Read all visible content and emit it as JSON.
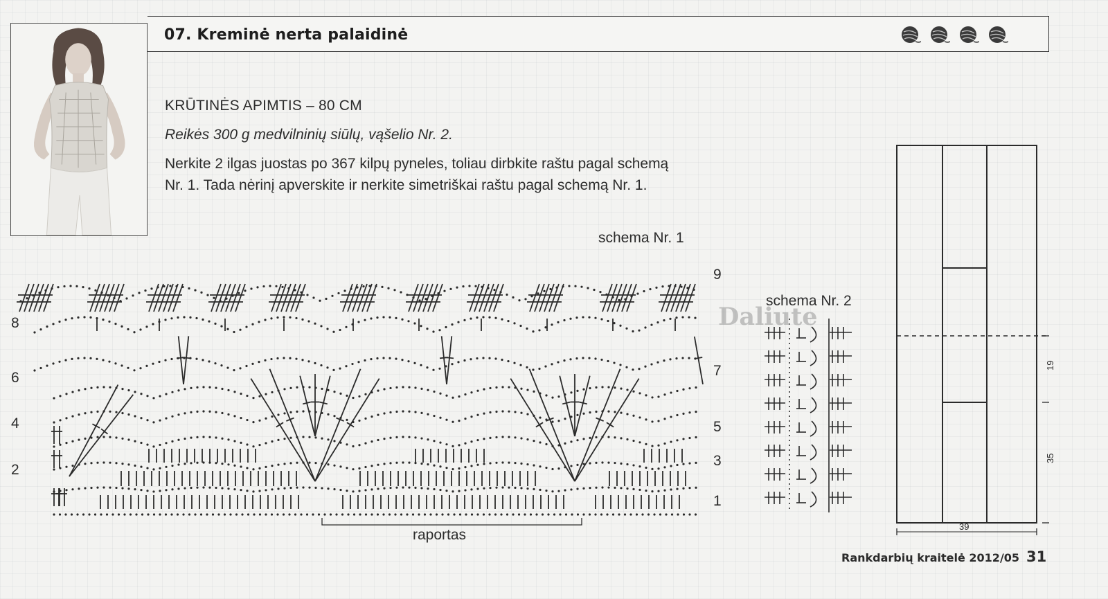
{
  "header": {
    "title": "07. Kreminė nerta palaidinė",
    "difficulty_level": 4,
    "difficulty_icon": "yarn-ball-icon"
  },
  "body": {
    "chest_size": "KRŪTINĖS APIMTIS – 80 CM",
    "yarn_note": "Reikės 300 g medvilninių siūlų, vąšelio Nr. 2.",
    "instructions_line1": "Nerkite 2 ilgas juostas po 367 kilpų pyneles, toliau dirbkite raštu pagal schemą",
    "instructions_line2": "Nr. 1. Tada nėrinį apverskite ir nerkite simetriškai raštu pagal schemą Nr. 1."
  },
  "schema1": {
    "label": "schema Nr. 1",
    "repeat_label": "raportas",
    "row_numbers_left": [
      "8",
      "6",
      "4",
      "2"
    ],
    "row_numbers_right": [
      "9",
      "7",
      "5",
      "3",
      "1"
    ]
  },
  "schema2": {
    "label": "schema Nr. 2"
  },
  "diagram": {
    "width_label": "39",
    "height_upper_label": "19",
    "height_lower_label": "35"
  },
  "watermark": "Daliute",
  "footer": {
    "magazine": "Rankdarbių kraitelė 2012/05",
    "page_number": "31"
  },
  "colors": {
    "ink": "#2b2b2b",
    "paper": "#f3f3f1"
  }
}
